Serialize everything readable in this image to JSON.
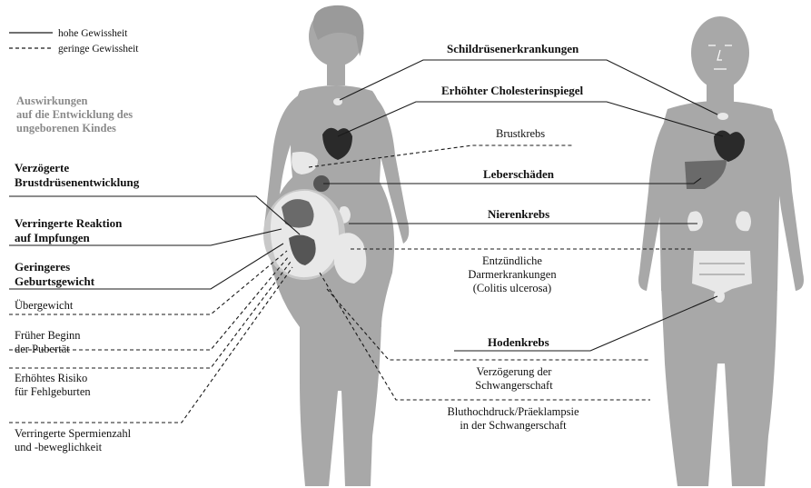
{
  "legend": {
    "solid_label": "hohe Gewissheit",
    "dashed_label": "geringe Gewissheit"
  },
  "left_heading": {
    "line1": "Auswirkungen",
    "line2": "auf die Entwicklung des",
    "line3": "ungeborenen Kindes"
  },
  "left_effects": [
    {
      "lines": [
        "Verzögerte",
        "Brustdrüsenentwicklung"
      ],
      "certainty": "high"
    },
    {
      "lines": [
        "Verringerte Reaktion",
        "auf Impfungen"
      ],
      "certainty": "high"
    },
    {
      "lines": [
        "Geringeres",
        "Geburtsgewicht"
      ],
      "certainty": "high"
    },
    {
      "lines": [
        "Übergewicht"
      ],
      "certainty": "low"
    },
    {
      "lines": [
        "Früher Beginn",
        "der Pubertät"
      ],
      "certainty": "low"
    },
    {
      "lines": [
        "Erhöhtes Risiko",
        "für Fehlgeburten"
      ],
      "certainty": "low"
    },
    {
      "lines": [
        "Verringerte Spermienzahl",
        "und -beweglichkeit"
      ],
      "certainty": "low"
    }
  ],
  "right_effects": [
    {
      "lines": [
        "Schildrüsenerkrankungen"
      ],
      "certainty": "high"
    },
    {
      "lines": [
        "Erhöhter Cholesterinspiegel"
      ],
      "certainty": "high"
    },
    {
      "lines": [
        "Brustkrebs"
      ],
      "certainty": "low"
    },
    {
      "lines": [
        "Leberschäden"
      ],
      "certainty": "high"
    },
    {
      "lines": [
        "Nierenkrebs"
      ],
      "certainty": "high"
    },
    {
      "lines": [
        "Entzündliche",
        "Darmerkrankungen",
        "(Colitis ulcerosa)"
      ],
      "certainty": "low"
    },
    {
      "lines": [
        "Hodenkrebs"
      ],
      "certainty": "high"
    },
    {
      "lines": [
        "Verzögerung der",
        "Schwangerschaft"
      ],
      "certainty": "low"
    },
    {
      "lines": [
        "Bluthochdruck/Präeklampsie",
        "in der Schwangerschaft"
      ],
      "certainty": "low"
    }
  ],
  "colors": {
    "body": "#a8a8a8",
    "organ_dark": "#2a2a2a",
    "organ_mid": "#6a6a6a",
    "organ_light": "#e8e8e8",
    "line": "#1a1a1a",
    "heading_gray": "#8a8a8a"
  }
}
